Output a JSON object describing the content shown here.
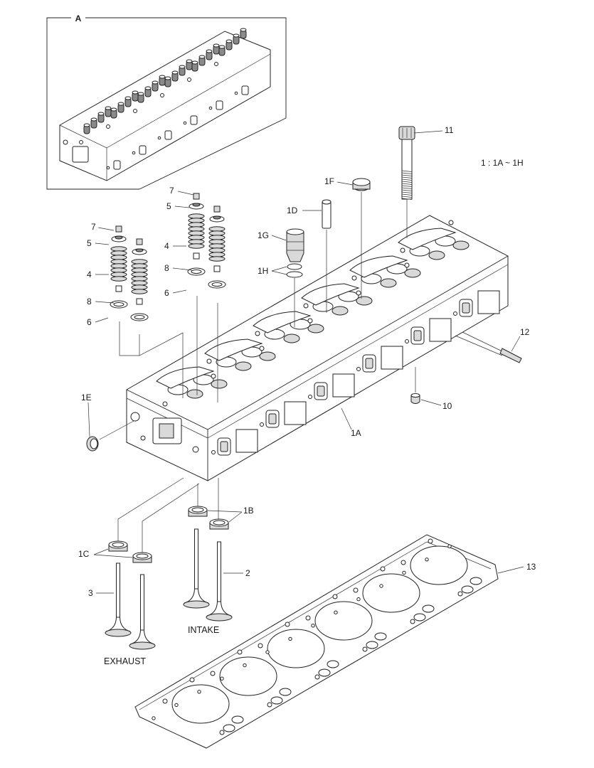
{
  "detail_label": "A",
  "ratio_note": "1 : 1A ~ 1H",
  "captions": {
    "intake": "INTAKE",
    "exhaust": "EXHAUST"
  },
  "callouts": {
    "c11": "11",
    "c1F": "1F",
    "c1D": "1D",
    "c1G": "1G",
    "c1H": "1H",
    "c7a": "7",
    "c5a": "5",
    "c4a": "4",
    "c8a": "8",
    "c6a": "6",
    "c7b": "7",
    "c5b": "5",
    "c4b": "4",
    "c8b": "8",
    "c6b": "6",
    "c12": "12",
    "c10": "10",
    "c1A": "1A",
    "c1E": "1E",
    "c1B": "1B",
    "c1C": "1C",
    "c2": "2",
    "c3": "3",
    "c13": "13"
  }
}
